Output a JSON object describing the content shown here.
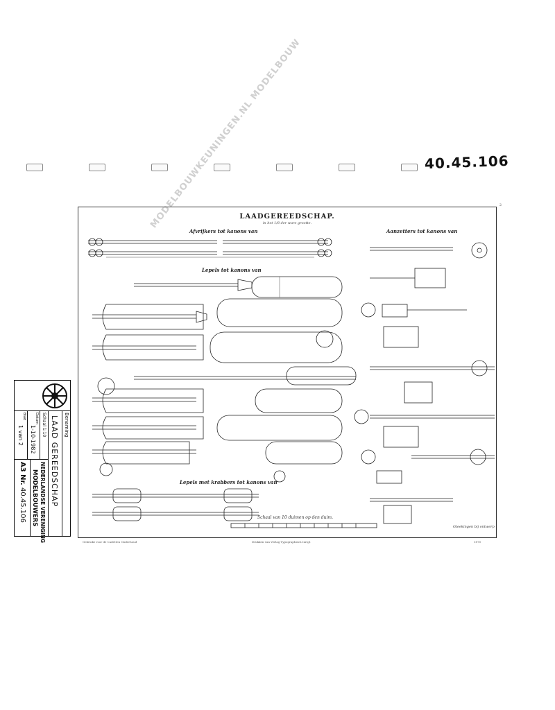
{
  "handwritten_number": "40.45.106",
  "sheet": {
    "title": "LAADGEREEDSCHAP.",
    "subtitle": "in het 1/8 der ware grootte.",
    "sections": {
      "afvrijkers": "Afvrijkers tot kanons van",
      "aanzetters": "Aanzetters tot kanons van",
      "lepels": "Lepels tot kanons van",
      "lepels_met_krabbers": "Lepels met krabbers tot kanons van"
    },
    "scale_caption": "Schaal van 10 duimen op den duim.",
    "signature": "Gteekingen bij ontwerp",
    "footer_left": "Gebruikt voor de Cadetten Onderhoud",
    "footer_center": "Drukken van Verlag Typographisch Inrigt",
    "footer_right": "1870",
    "corner_mark": "2"
  },
  "watermark": "MODELBOUWKEUNINGEN.NL MODELBOUW",
  "stamp": {
    "header": "Benaming",
    "title_handwritten": "LAAD GEREEDSCHAP",
    "org_line1": "NEDERLANDSE VERENIGING",
    "org_line2": "MODELBOUWERS",
    "small_row": "Schaal 1:10",
    "date_label": "Datum",
    "date_value": "1-10-1982",
    "sheet_label": "Blad",
    "sheet_value": "1 van 2",
    "number_label": "A3 Nr.",
    "number_value": "40.45.106"
  },
  "colors": {
    "ink": "#222222",
    "paper": "#ffffff",
    "watermark": "#8a8a8a"
  }
}
